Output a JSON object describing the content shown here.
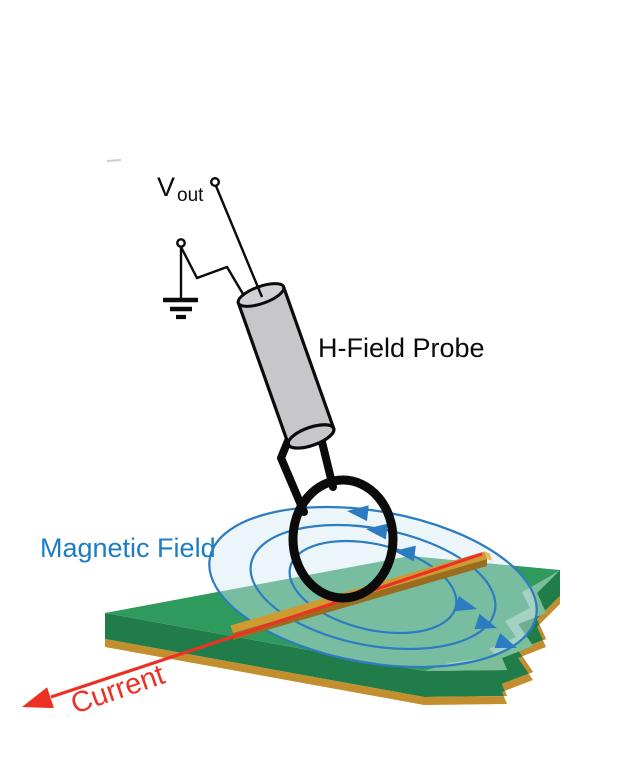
{
  "labels": {
    "vout_main": "V",
    "vout_sub": "out",
    "probe": "H-Field Probe",
    "magnetic_field": "Magnetic Field",
    "current": "Current"
  },
  "colors": {
    "ink": "#0b0b0b",
    "field_blue": "#2b7cc1",
    "text_blue": "#1b7dc3",
    "current_red": "#ec3124",
    "board_top_green": "#2f9a5d",
    "board_side_green": "#207c48",
    "board_gold": "#c38e2e",
    "trace_gold": "#d09a33",
    "trace_side_gold": "#9a6c1e",
    "trace_end_gold": "#e5bc60",
    "torn_edge_light_green": "#85c2a0",
    "probe_gray": "#c7c7c9",
    "probe_gray_cap": "#d2d2d4",
    "field_fill": "rgba(213,232,245,0.45)"
  },
  "field": {
    "line_count": 3,
    "arrow_count": 6
  }
}
